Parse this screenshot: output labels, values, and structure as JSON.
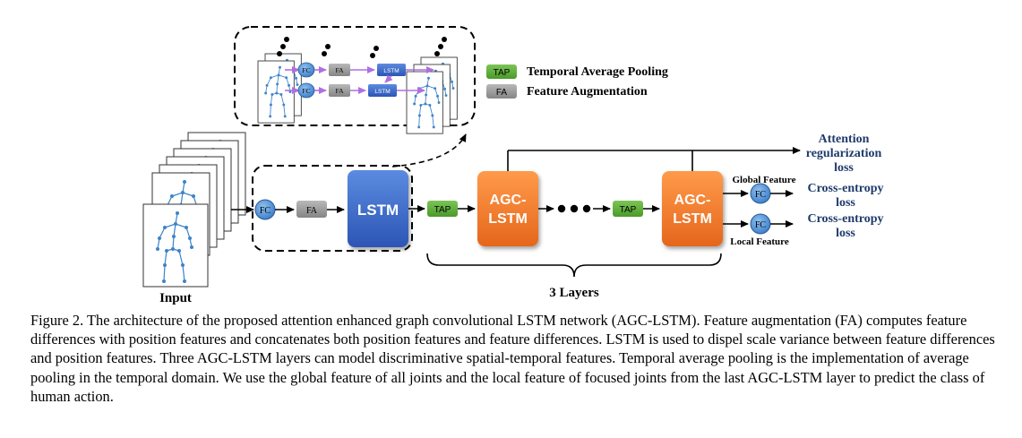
{
  "legend": {
    "tap_badge": "TAP",
    "tap_text": "Temporal Average Pooling",
    "fa_badge": "FA",
    "fa_text": "Feature Augmentation"
  },
  "inset": {
    "fc1": "FC",
    "fa1": "FA",
    "lstm1": "LSTM",
    "fc2": "FC",
    "fa2": "FA",
    "lstm2": "LSTM"
  },
  "main": {
    "fc": "FC",
    "fa": "FA",
    "lstm": "LSTM",
    "tap1": "TAP",
    "agc1_line1": "AGC-",
    "agc1_line2": "LSTM",
    "tap2": "TAP",
    "agc2_line1": "AGC-",
    "agc2_line2": "LSTM",
    "input": "Input",
    "layers": "3 Layers",
    "global_feature": "Global Feature",
    "local_feature": "Local Feature",
    "fc_global": "FC",
    "fc_local": "FC",
    "attn_line1": "Attention",
    "attn_line2": "regularization",
    "attn_line3": "loss",
    "ce1_line1": "Cross-entropy",
    "ce1_line2": "loss",
    "ce2_line1": "Cross-entropy",
    "ce2_line2": "loss"
  },
  "caption": "Figure 2. The architecture of the proposed attention enhanced graph convolutional LSTM network (AGC-LSTM). Feature augmentation (FA) computes feature differences with position features and concatenates both position features and feature differences. LSTM is used to dispel scale variance between feature differences and position features. Three AGC-LSTM layers can model discriminative spatial-temporal features. Temporal average pooling is the implementation of average pooling in the temporal domain. We use the global feature of all joints and the local feature of focused joints from the last AGC-LSTM layer to predict the class of human action.",
  "colors": {
    "fc": "#4a8fd6",
    "fa": "#9a9a9a",
    "lstm": "#2f5fc2",
    "tap": "#5aac3a",
    "agc": "#f07a2a",
    "skeleton": "#3c83c9",
    "inset_arrow": "#b06fe0"
  }
}
